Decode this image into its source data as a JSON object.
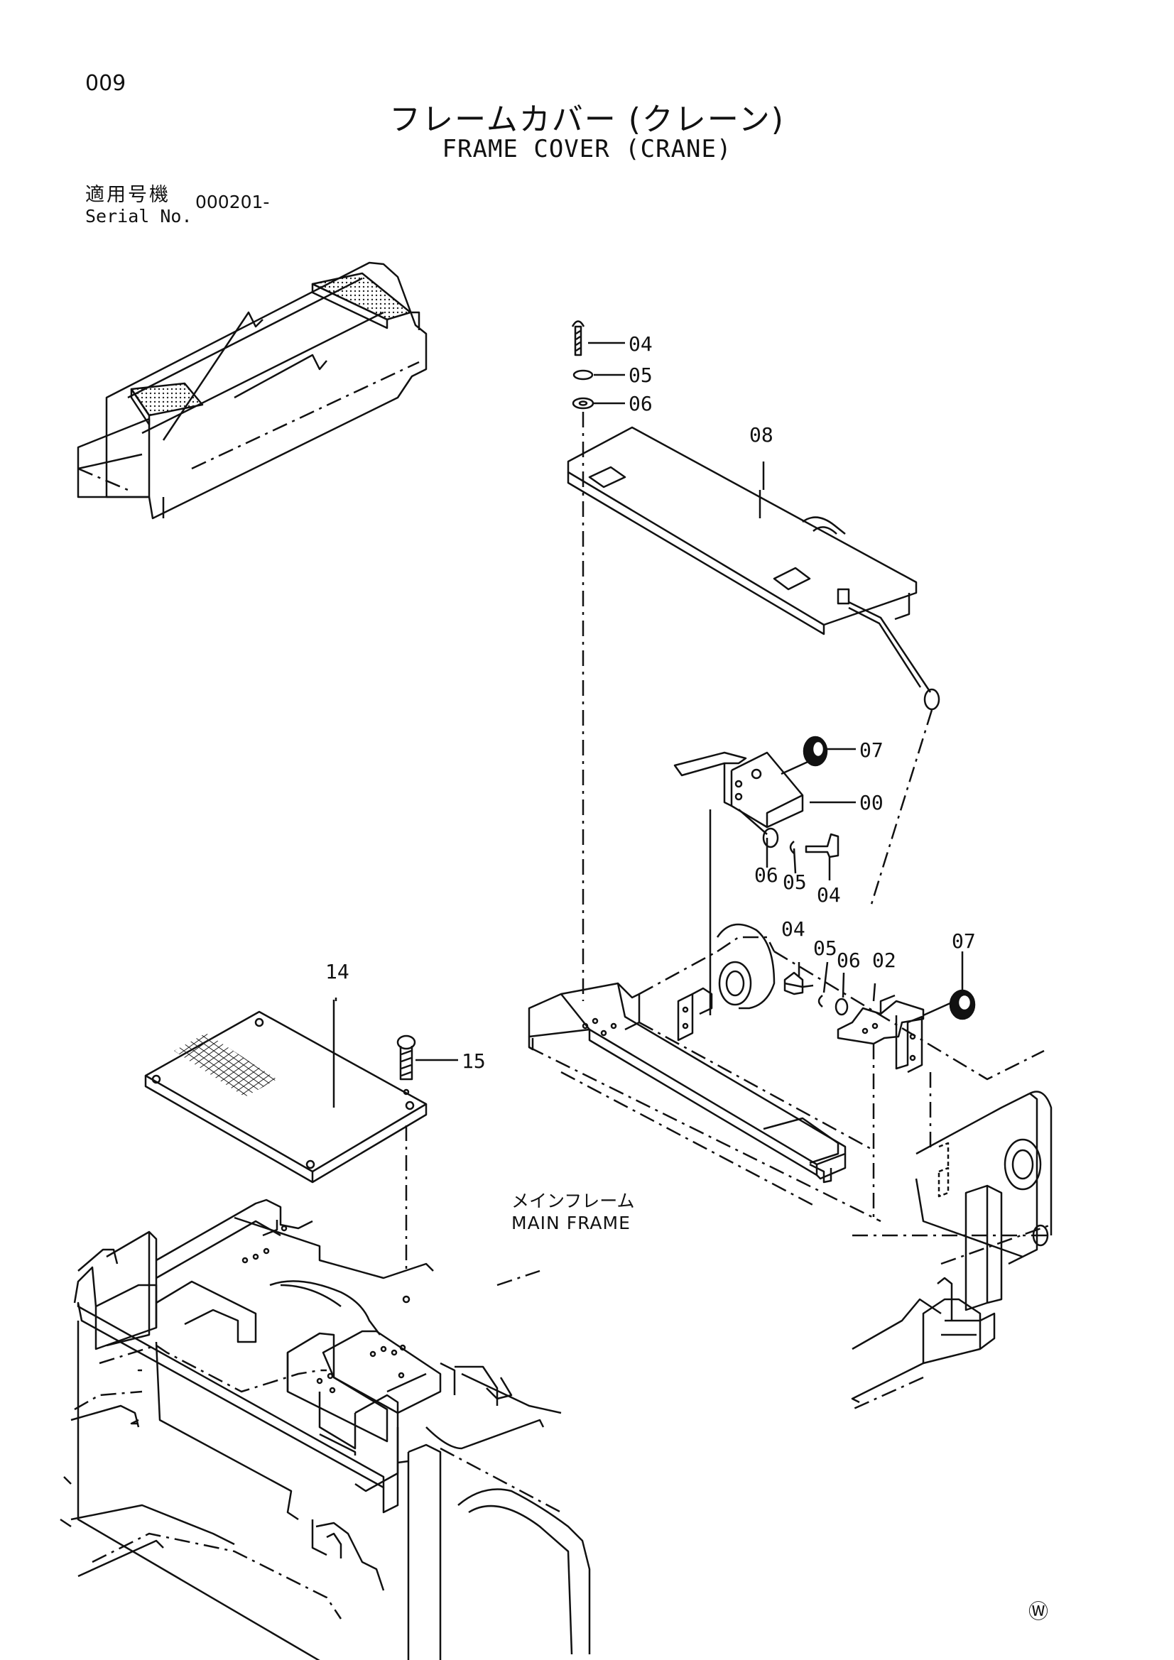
{
  "header": {
    "page_number": "009",
    "title_jp": "フレームカバー (クレーン)",
    "title_en": "FRAME COVER (CRANE)"
  },
  "serial": {
    "label_jp": "適用号機",
    "label_en": "Serial No.",
    "value": "000201-"
  },
  "callouts": {
    "c04a": "04",
    "c05a": "05",
    "c06a": "06",
    "c08": "08",
    "c07a": "07",
    "c00": "00",
    "c06b": "06",
    "c05b": "05",
    "c04b": "04",
    "c04c": "04",
    "c05c": "05",
    "c06c": "06",
    "c02": "02",
    "c07b": "07",
    "c14": "14",
    "c15": "15"
  },
  "note": {
    "label_jp": "メインフレーム",
    "label_en": "MAIN FRAME"
  },
  "footer": {
    "mark": "Ⓦ"
  }
}
